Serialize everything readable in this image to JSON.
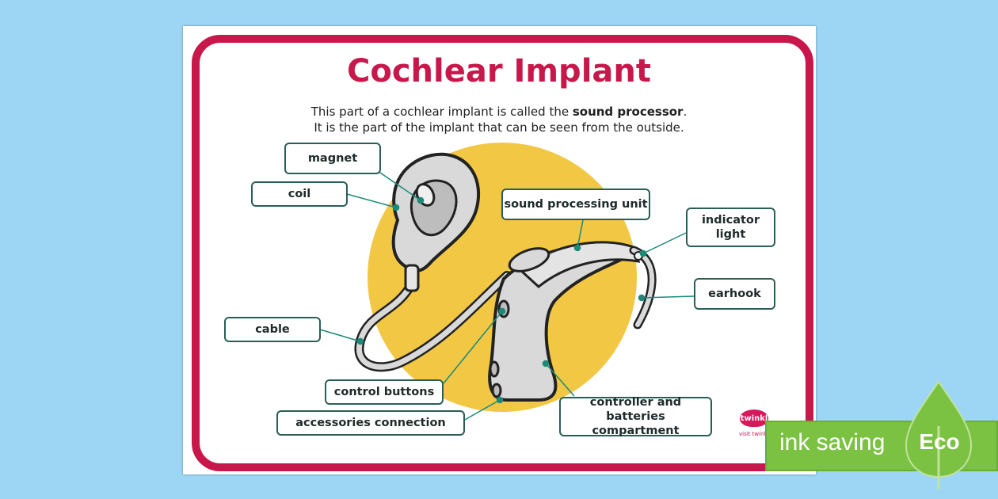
{
  "poster": {
    "title": "Cochlear Implant",
    "intro_line1_pre": "This part of a cochlear implant is called the ",
    "intro_line1_bold": "sound processor",
    "intro_line1_post": ".",
    "intro_line2": "It is the part of the implant that can be seen from the outside."
  },
  "labels": {
    "magnet": "magnet",
    "coil": "coil",
    "cable": "cable",
    "sound_processing_unit": "sound processing unit",
    "indicator_light": "indicator light",
    "earhook": "earhook",
    "control_buttons": "control buttons",
    "accessories_connection": "accessories connection",
    "controller_batteries": "controller and batteries compartment"
  },
  "branding": {
    "logo_text": "twinkl",
    "logo_sub": "visit twinkl.com"
  },
  "eco": {
    "text": "ink saving",
    "badge": "Eco"
  },
  "colors": {
    "frame": "#c8174a",
    "label_border": "#2a5e55",
    "leader_dot": "#1b8a78",
    "sun": "#f2c744",
    "device": "#d9d9d9",
    "eco_green": "#7cc242"
  }
}
